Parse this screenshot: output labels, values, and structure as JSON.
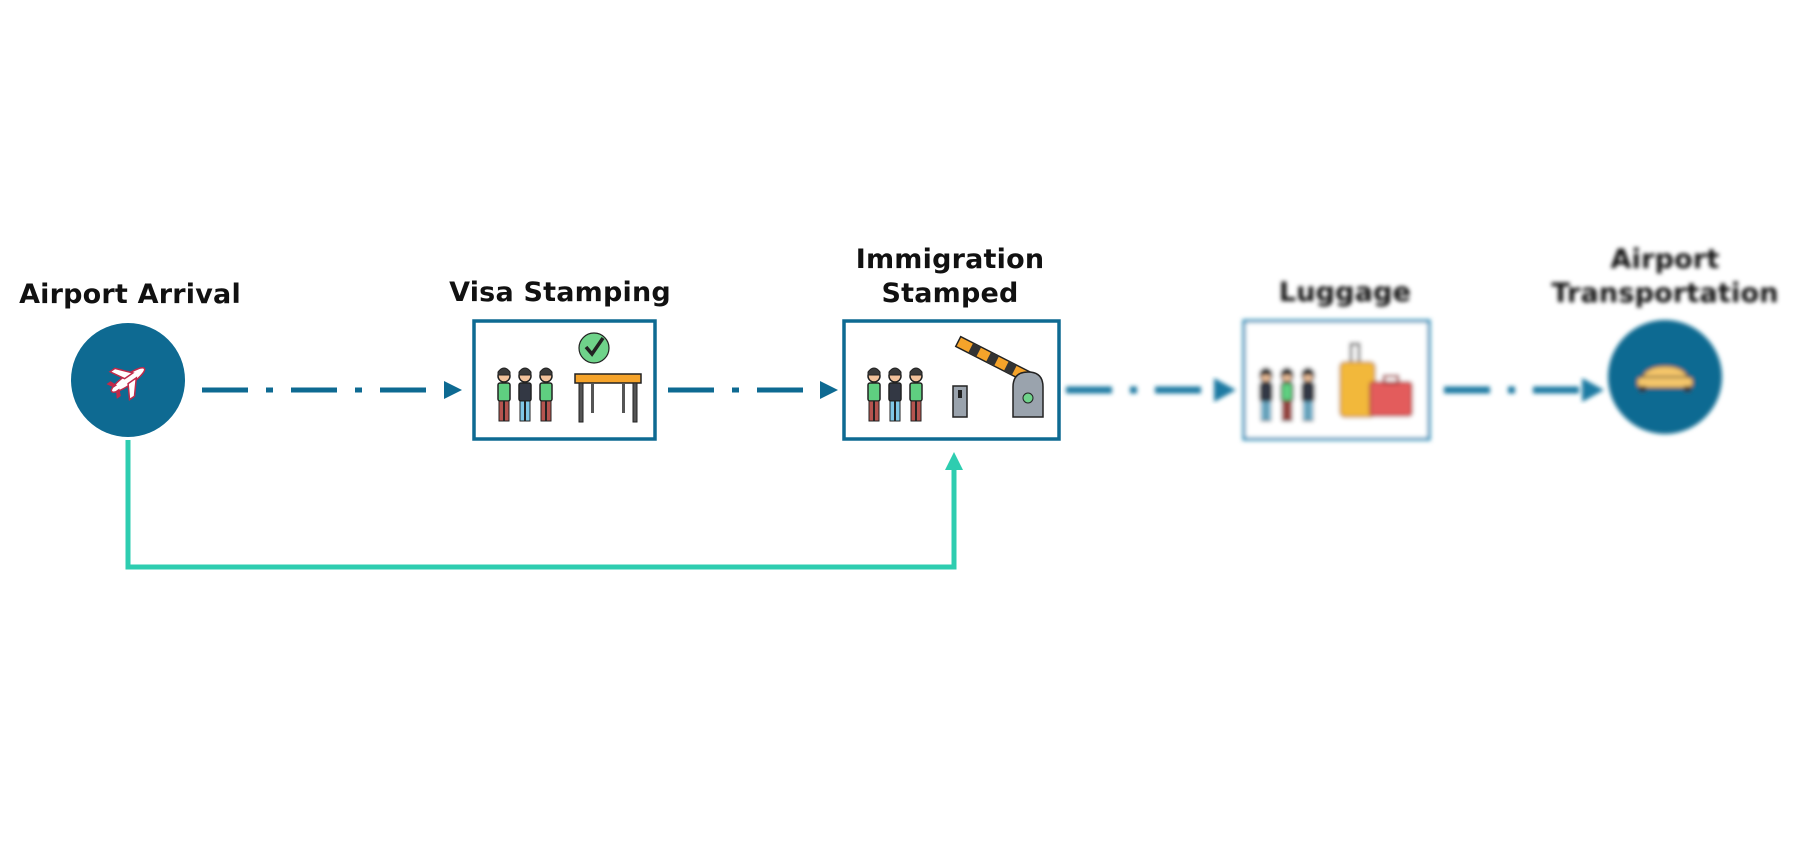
{
  "steps": {
    "arrival": {
      "label": "Airport Arrival",
      "icon": "airplane-icon"
    },
    "visa": {
      "label": "Visa Stamping",
      "icon": "queue-at-desk-icon"
    },
    "immigration": {
      "label_line1": "Immigration",
      "label_line2": "Stamped",
      "icon": "queue-at-barrier-gate-icon"
    },
    "luggage": {
      "label": "Luggage",
      "icon": "queue-with-suitcases-icon"
    },
    "transport": {
      "label_line1": "Airport",
      "label_line2": "Transportation",
      "icon": "car-icon"
    }
  },
  "colors": {
    "primary": "#0e6a92",
    "bypass": "#2ecdb0",
    "text": "#111111"
  }
}
